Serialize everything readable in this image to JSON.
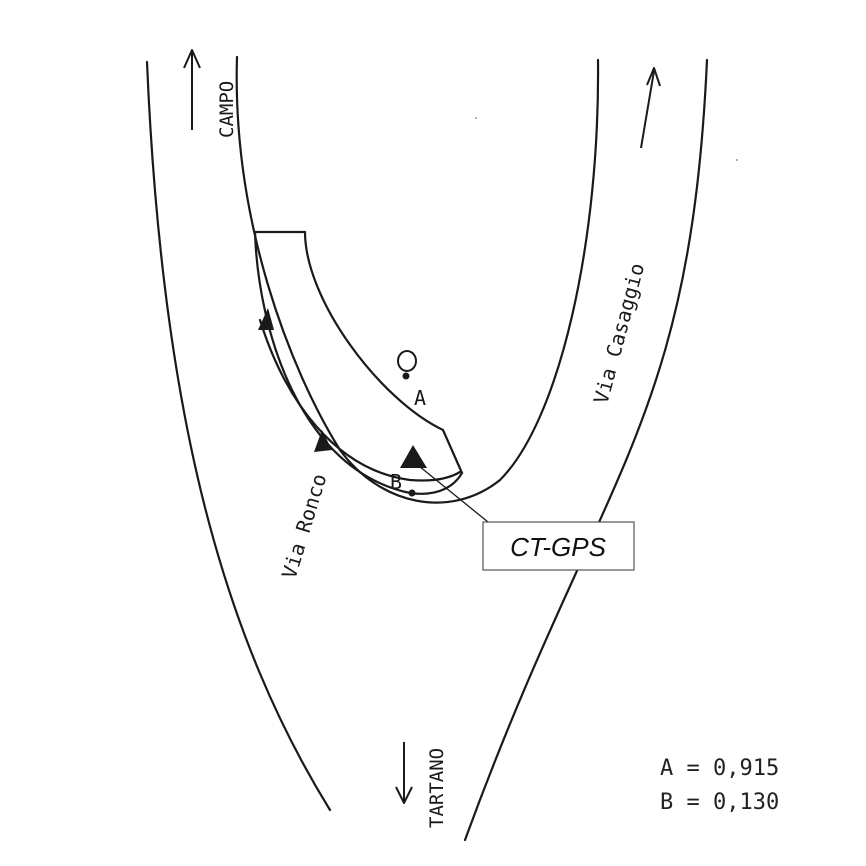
{
  "map": {
    "roads": {
      "left_road_name": "Via Ronco",
      "right_road_name": "Via Casaggio"
    },
    "directions": {
      "north": "CAMPO",
      "south": "TARTANO"
    },
    "points": {
      "a_label": "A",
      "b_label": "B"
    },
    "station_label": "CT-GPS",
    "legend": {
      "a_value": "A = 0,915",
      "b_value": "B = 0,130"
    },
    "colors": {
      "ink": "#1a1a1a",
      "callout_border": "#555555",
      "background": "#ffffff"
    },
    "icons": [
      "arrow-up-icon",
      "arrow-down-icon",
      "triangle-marker-icon",
      "circle-marker-icon",
      "gps-station-icon"
    ]
  }
}
